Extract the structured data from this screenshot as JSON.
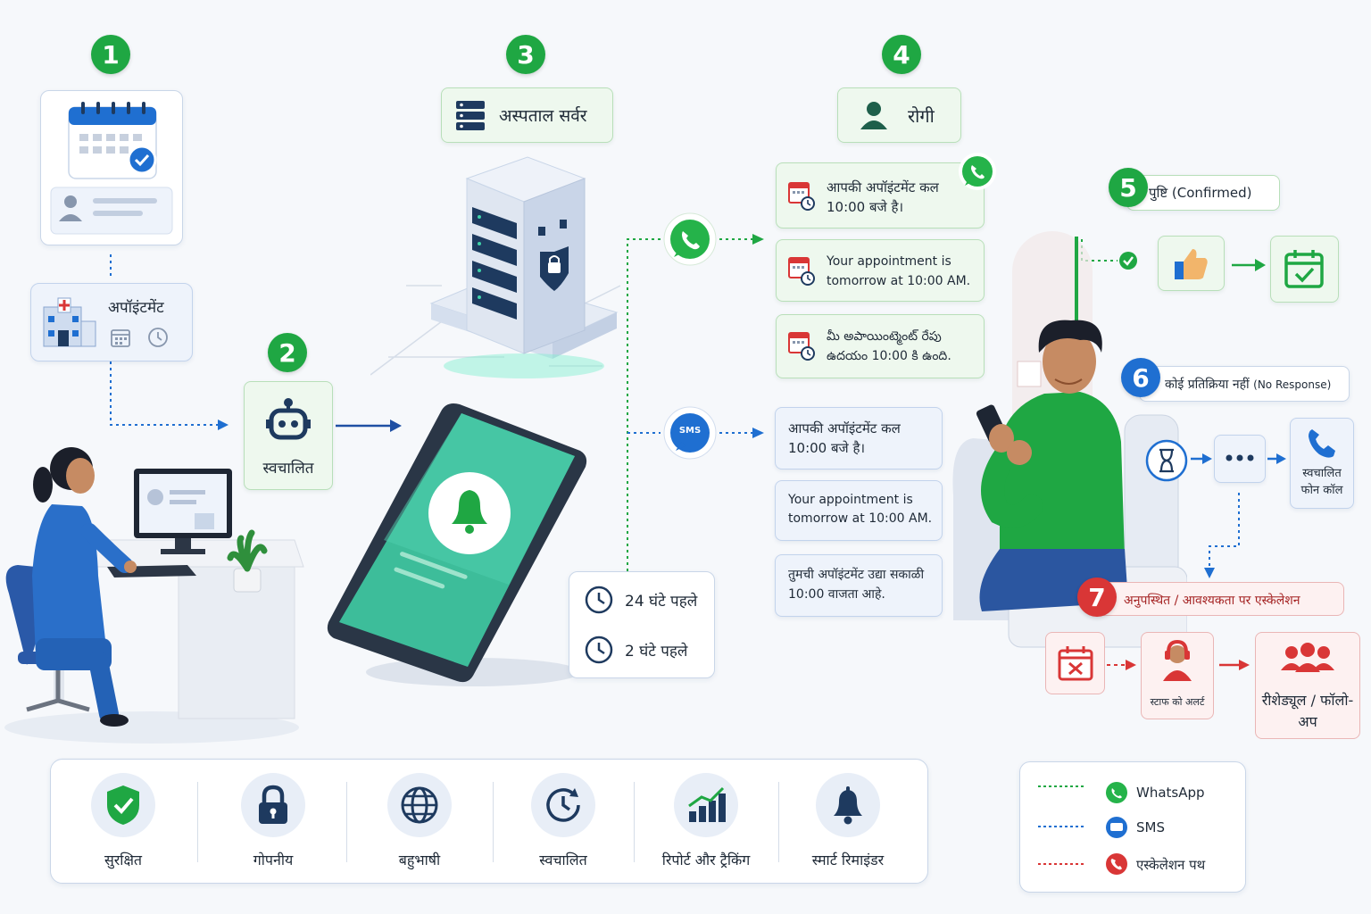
{
  "steps": {
    "s1": "1",
    "s2": "2",
    "s3": "3",
    "s4": "4",
    "s5": "5",
    "s6": "6",
    "s7": "7"
  },
  "appointment_label": "अपॉइंटमेंट",
  "automated_label": "स्वचालित",
  "server_label": "अस्पताल सर्वर",
  "patient_label": "रोगी",
  "timing": {
    "t1": "24 घंटे पहले",
    "t2": "2 घंटे पहले"
  },
  "whatsapp_messages": [
    "आपकी अपॉइंटमेंट कल 10:00 बजे है।",
    "Your appointment is tomorrow at 10:00 AM.",
    "మీ అపాయింట్మెంట్ రేపు ఉదయం 10:00 కి ఉంది."
  ],
  "sms_messages": [
    "आपकी अपॉइंटमेंट कल 10:00 बजे है।",
    "Your appointment is tomorrow at 10:00 AM.",
    "तुमची अपॉइंटमेंट उद्या सकाळी 10:00 वाजता आहे."
  ],
  "sms_badge": "SMS",
  "confirmed_label": "पुष्टि (Confirmed)",
  "no_response_label": "कोई प्रतिक्रिया नहीं",
  "no_response_en": "(No Response)",
  "auto_call_label": "स्वचालित फोन कॉल",
  "escalation_label": "अनुपस्थित / आवश्यकता पर एस्केलेशन",
  "staff_alert_label": "स्टाफ को अलर्ट",
  "reschedule_label": "रीशेड्यूल / फॉलो-अप",
  "features": [
    "सुरक्षित",
    "गोपनीय",
    "बहुभाषी",
    "स्वचालित",
    "रिपोर्ट और ट्रैकिंग",
    "स्मार्ट रिमाइंडर"
  ],
  "legend": [
    "WhatsApp",
    "SMS",
    "एस्केलेशन पथ"
  ],
  "colors": {
    "green": "#1fa743",
    "blue": "#1f6fd1",
    "red": "#d93636",
    "navy": "#1e3a5f"
  }
}
